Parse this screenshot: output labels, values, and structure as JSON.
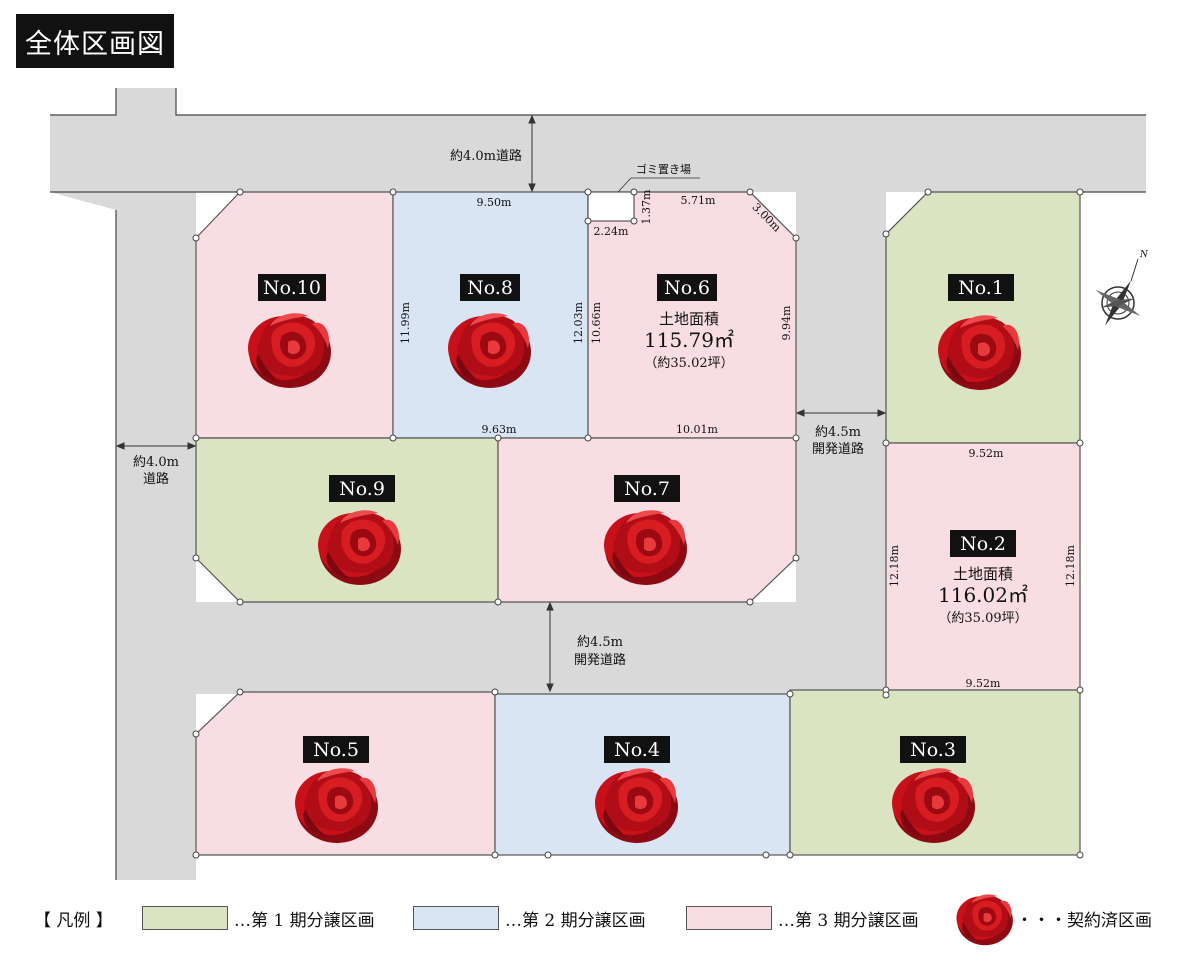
{
  "title": "全体区画図",
  "colors": {
    "road": "#d9d9d9",
    "phase1": "#dae4c2",
    "phase2": "#d9e5f3",
    "phase3": "#f8dde3",
    "rose": "#c8101a",
    "rose_dark": "#7d0710",
    "rose_light": "#e8393d",
    "label_bg": "#111111"
  },
  "roads": {
    "north": "約4.0m道路",
    "west_line1": "約4.0m",
    "west_line2": "道路",
    "east_line1": "約4.5m",
    "east_line2": "開発道路",
    "south_line1": "約4.5m",
    "south_line2": "開発道路"
  },
  "garbage_area": "ゴミ置き場",
  "lots": [
    {
      "id": "No.1",
      "phase": 1,
      "contracted": true
    },
    {
      "id": "No.2",
      "phase": 3,
      "contracted": false,
      "area_label": "土地面積",
      "area": "116.02㎡",
      "tsubo": "（約35.09坪）"
    },
    {
      "id": "No.3",
      "phase": 1,
      "contracted": true
    },
    {
      "id": "No.4",
      "phase": 2,
      "contracted": true
    },
    {
      "id": "No.5",
      "phase": 3,
      "contracted": true
    },
    {
      "id": "No.6",
      "phase": 3,
      "contracted": false,
      "area_label": "土地面積",
      "area": "115.79㎡",
      "tsubo": "（約35.02坪）"
    },
    {
      "id": "No.7",
      "phase": 3,
      "contracted": true
    },
    {
      "id": "No.8",
      "phase": 2,
      "contracted": true
    },
    {
      "id": "No.9",
      "phase": 1,
      "contracted": true
    },
    {
      "id": "No.10",
      "phase": 3,
      "contracted": true
    }
  ],
  "dimensions": {
    "d_950": "9.50m",
    "d_571": "5.71m",
    "d_300": "3.00m",
    "d_224": "2.24m",
    "d_137": "1.37m",
    "d_1199": "11.99m",
    "d_1203": "12.03m",
    "d_1066": "10.66m",
    "d_994": "9.94m",
    "d_963": "9.63m",
    "d_1001": "10.01m",
    "d_952a": "9.52m",
    "d_1218l": "12.18m",
    "d_1218r": "12.18m",
    "d_952b": "9.52m"
  },
  "compass": "N",
  "legend": {
    "title": "【 凡例 】",
    "phase1": "…第 1 期分譲区画",
    "phase2": "…第 2 期分譲区画",
    "phase3": "…第 3 期分譲区画",
    "contracted": "・・・契約済区画"
  }
}
